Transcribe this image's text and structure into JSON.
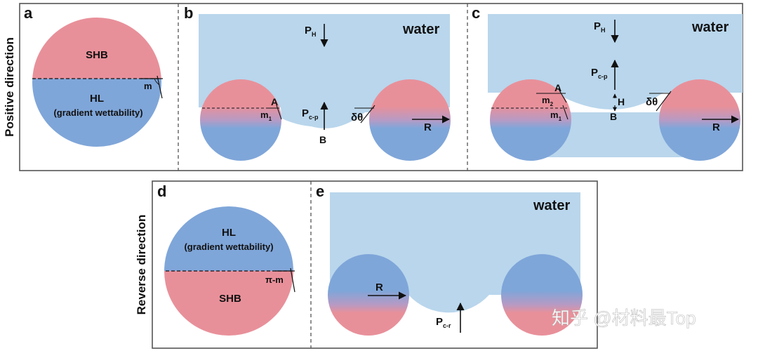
{
  "side_labels": {
    "top": "Positive direction",
    "bottom": "Reverse direction"
  },
  "panels": {
    "a": {
      "letter": "a",
      "top_label": "SHB",
      "bottom_label": "HL",
      "bottom_sub": "(gradient wettability)",
      "angle": "m"
    },
    "b": {
      "letter": "b",
      "water": "water",
      "pressure_top": "P",
      "pressure_top_sub": "H",
      "pressure_mid": "P",
      "pressure_mid_sub": "c-p",
      "point_a": "A",
      "point_b": "B",
      "angle": "m",
      "angle_sub": "1",
      "delta": "δθ",
      "radius": "R"
    },
    "c": {
      "letter": "c",
      "water": "water",
      "pressure_top": "P",
      "pressure_top_sub": "H",
      "pressure_mid": "P",
      "pressure_mid_sub": "c-p",
      "height": "H",
      "point_a": "A",
      "point_b": "B",
      "angle2": "m",
      "angle2_sub": "2",
      "angle1": "m",
      "angle1_sub": "1",
      "delta": "δθ",
      "radius": "R"
    },
    "d": {
      "letter": "d",
      "top_label": "HL",
      "top_sub": "(gradient wettability)",
      "bottom_label": "SHB",
      "angle": "π-m"
    },
    "e": {
      "letter": "e",
      "water": "water",
      "radius": "R",
      "pressure": "P",
      "pressure_sub": "c-r"
    }
  },
  "watermark": "知乎 @材料最Top",
  "colors": {
    "shb": "#e8909a",
    "hl": "#7fa6d9",
    "water": "#b9d6ec",
    "frame": "#555555",
    "ink": "#111111"
  }
}
